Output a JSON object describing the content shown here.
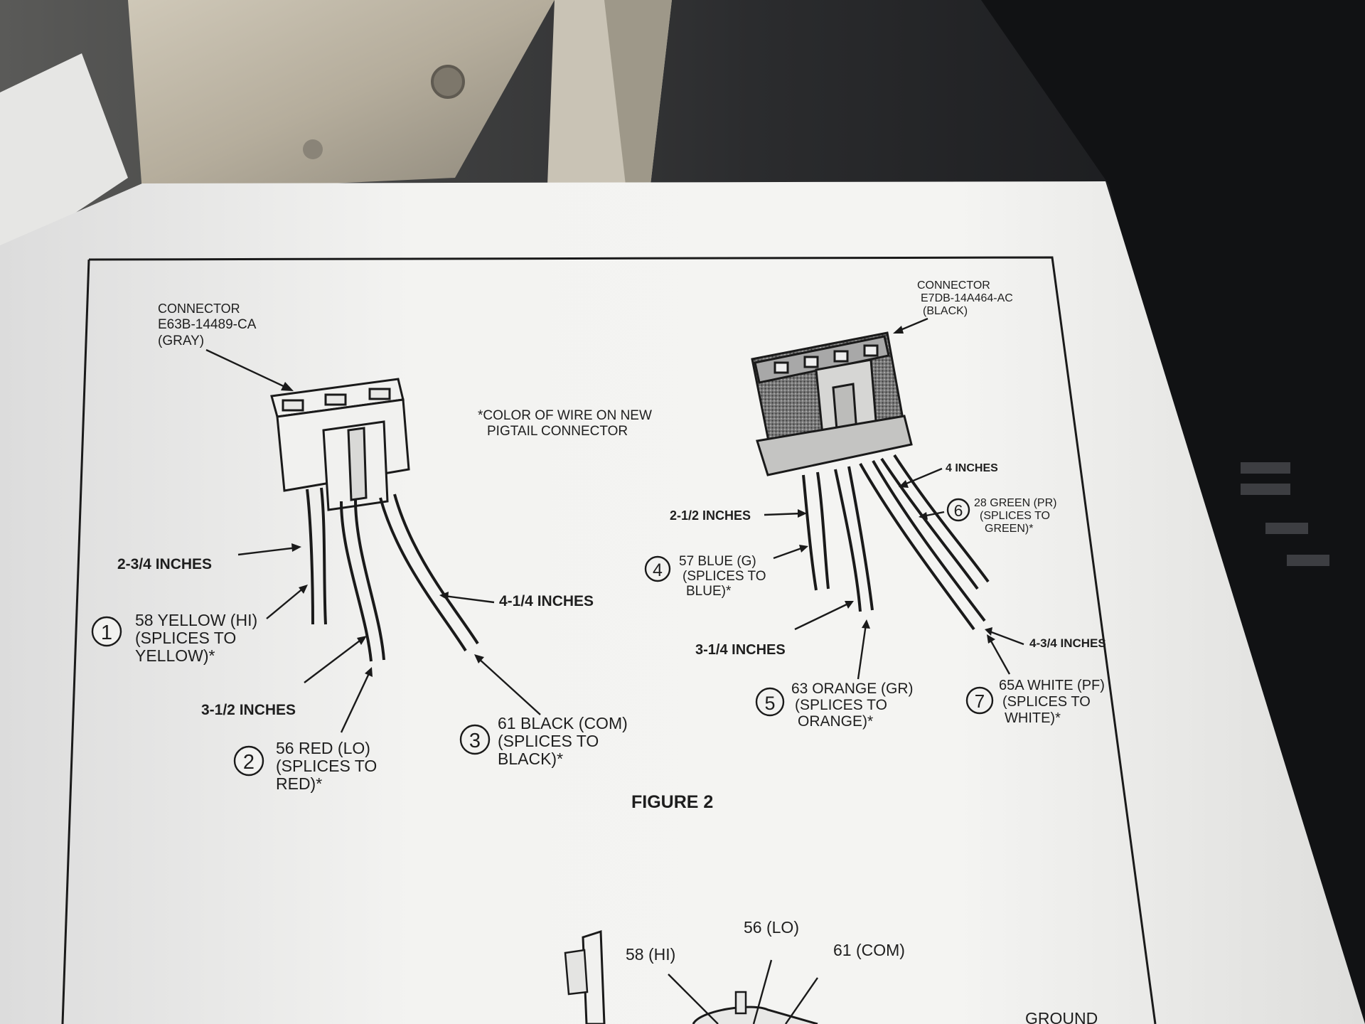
{
  "figure_title": "FIGURE 2",
  "note": [
    "*COLOR OF WIRE ON NEW",
    "PIGTAIL CONNECTOR"
  ],
  "left_connector": {
    "label": [
      "CONNECTOR",
      "E63B-14489-CA",
      "(GRAY)"
    ],
    "wires": [
      {
        "number": "1",
        "lines": [
          "58  YELLOW (HI)",
          "(SPLICES TO",
          "YELLOW)*"
        ],
        "length": "2-3/4 INCHES"
      },
      {
        "number": "2",
        "lines": [
          "56 RED (LO)",
          "(SPLICES TO",
          "RED)*"
        ],
        "length": "3-1/2 INCHES"
      },
      {
        "number": "3",
        "lines": [
          "61 BLACK (COM)",
          "(SPLICES TO",
          "BLACK)*"
        ],
        "length": "4-1/4 INCHES"
      }
    ]
  },
  "right_connector": {
    "label": [
      "CONNECTOR",
      "E7DB-14A464-AC",
      "(BLACK)"
    ],
    "wires": [
      {
        "number": "4",
        "lines": [
          "57 BLUE (G)",
          "(SPLICES TO",
          "BLUE)*"
        ],
        "length": "2-1/2 INCHES"
      },
      {
        "number": "5",
        "lines": [
          "63 ORANGE (GR)",
          "(SPLICES TO",
          "ORANGE)*"
        ],
        "length": "3-1/4 INCHES"
      },
      {
        "number": "6",
        "lines": [
          "28 GREEN (PR)",
          "(SPLICES TO",
          "GREEN)*"
        ],
        "length": "4 INCHES"
      },
      {
        "number": "7",
        "lines": [
          "65A WHITE (PF)",
          "(SPLICES TO",
          "WHITE)*"
        ],
        "length": "4-3/4 INCHES"
      }
    ]
  },
  "bottom_figure": {
    "labels": [
      "58 (HI)",
      "56 (LO)",
      "61 (COM)",
      "GROUND"
    ]
  },
  "colors": {
    "paper": "#f1f1ef",
    "ink": "#1a1a1a",
    "background_dark": "#1c1d20",
    "metal": "#bfb8a8"
  }
}
